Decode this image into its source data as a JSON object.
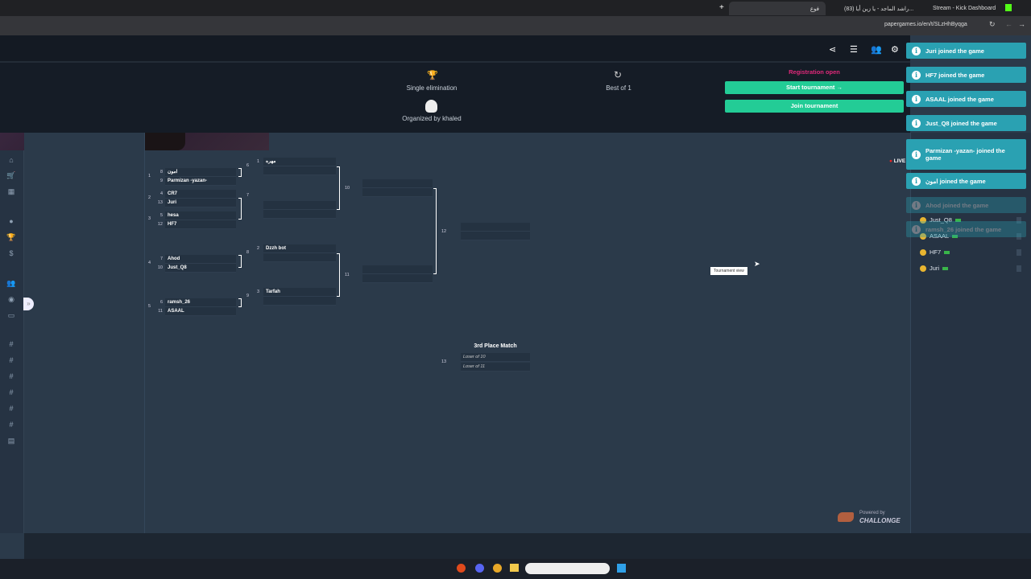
{
  "browser": {
    "tabs": [
      {
        "label": "فوع"
      },
      {
        "label": "(83) راشد الماجد - يا زين أيا..."
      },
      {
        "label": "Stream - Kick Dashboard"
      }
    ],
    "url": "papergames.io/en/t/SLzHhByqga"
  },
  "tournament": {
    "format": "Single elimination",
    "best_of": "Best of 1",
    "organizer": "Organized by khaled",
    "status": "Registration open",
    "start_label": "Start tournament →",
    "join_label": "Join tournament",
    "live": "LIVE",
    "tooltip": "Tournament view",
    "powered": "Powered by",
    "brand": "CHALLONGE",
    "accent": "#23cc96"
  },
  "round1": [
    {
      "num": "1",
      "p": [
        {
          "seed": "8",
          "name": "امون"
        },
        {
          "seed": "9",
          "name": "Parmizan -yazan-"
        }
      ]
    },
    {
      "num": "2",
      "p": [
        {
          "seed": "4",
          "name": "CR7"
        },
        {
          "seed": "13",
          "name": "Juri"
        }
      ]
    },
    {
      "num": "3",
      "p": [
        {
          "seed": "5",
          "name": "hesa"
        },
        {
          "seed": "12",
          "name": "HF7"
        }
      ]
    },
    {
      "num": "4",
      "p": [
        {
          "seed": "7",
          "name": "Ahod"
        },
        {
          "seed": "10",
          "name": "Just_Q8"
        }
      ]
    },
    {
      "num": "5",
      "p": [
        {
          "seed": "6",
          "name": "ramsh_26"
        },
        {
          "seed": "11",
          "name": "ASAAL"
        }
      ]
    }
  ],
  "round2": [
    {
      "seed": "1",
      "name": "مهره"
    },
    {
      "seed": "",
      "name": ""
    },
    {
      "seed": "2",
      "name": "Dzzh bot"
    },
    {
      "seed": "3",
      "name": "Tarfah"
    }
  ],
  "connectors": [
    "6",
    "7",
    "8",
    "9",
    "10",
    "11",
    "12"
  ],
  "third": {
    "title": "3rd Place Match",
    "num": "13",
    "a": "Loser of 10",
    "b": "Loser of 11"
  },
  "toasts": [
    "Juri joined the game",
    "HF7 joined the game",
    "ASAAL joined the game",
    "Just_Q8 joined the game",
    "Parmizan -yazan- joined the game",
    "امون joined the game",
    "Ahod joined the game",
    "ramsh_26 joined the game"
  ],
  "players": [
    "Just_Q8",
    "ASAAL",
    "HF7",
    "Juri"
  ]
}
